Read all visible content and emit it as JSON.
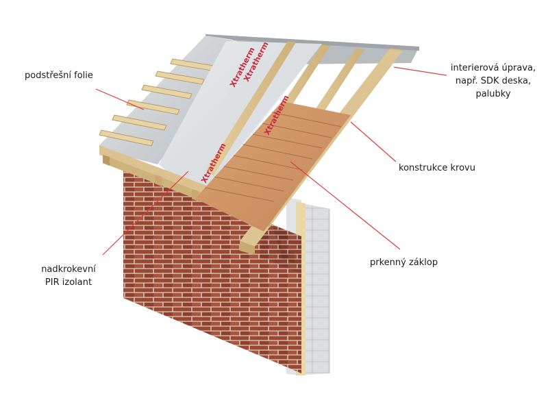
{
  "colors": {
    "leader": "#e03c3c",
    "brick": "#9c4a35",
    "mortar": "#d9c9bd",
    "timber": "#dcc291",
    "membrane": "#c9cdd0",
    "pir_board": "#dfe3e6",
    "board_red_text": "#c8283a"
  },
  "labels": {
    "podstresni_folie": "podstřešní folie",
    "nadkrokevni_line1": "nadkrokevní",
    "nadkrokevni_line2": "PIR izolant",
    "interierova_line1": "interierová úprava,",
    "interierova_line2": "např. SDK deska,",
    "interierova_line3": "palubky",
    "konstrukce_krovu": "konstrukce krovu",
    "prkenny_zaklop": "prkenný záklop"
  },
  "product_print": "Xtratherm"
}
